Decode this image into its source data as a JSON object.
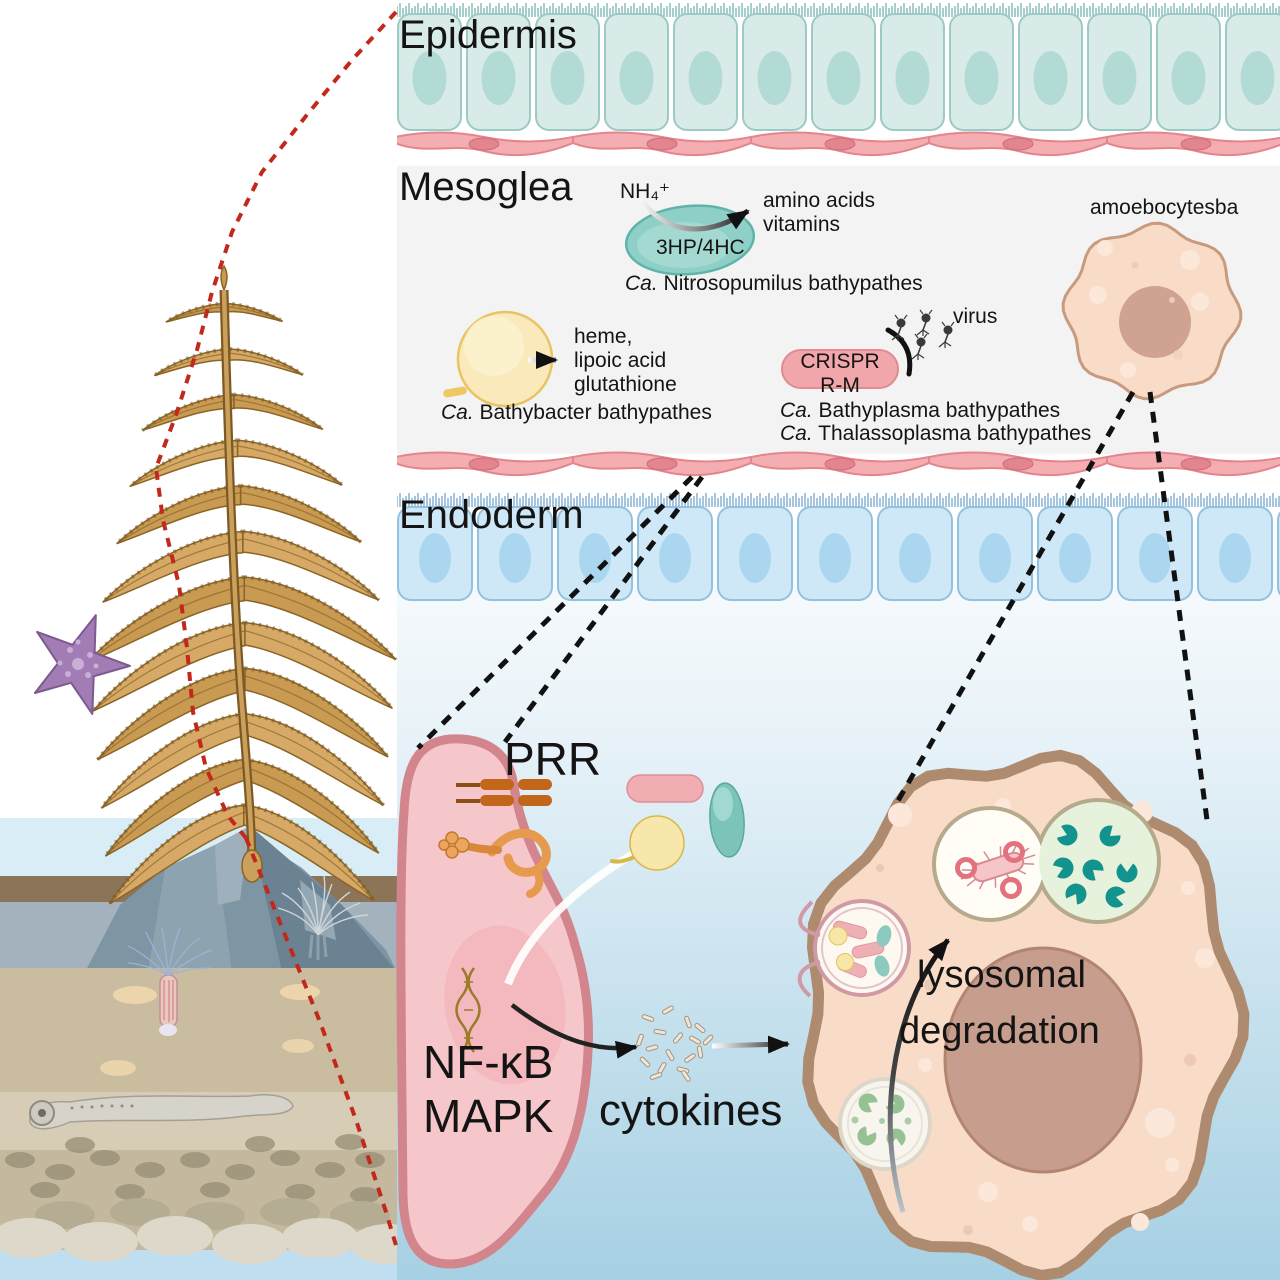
{
  "layers": {
    "epidermis_label": "Epidermis",
    "mesoglea_label": "Mesoglea",
    "endoderm_label": "Endoderm"
  },
  "mesoglea": {
    "archaeon": {
      "substrate": "NH₄⁺",
      "cycle": "3HP/4HC",
      "product_line1": "amino acids",
      "product_line2": "vitamins",
      "species_prefix": "Ca.",
      "species_name": " Nitrosopumilus bathypathes"
    },
    "bacterium": {
      "product_line1": "heme,",
      "product_line2": "lipoic acid",
      "product_line3": "glutathione",
      "species_prefix": "Ca.",
      "species_name": " Bathybacter bathypathes"
    },
    "mollicutes": {
      "defense_line1": "CRISPR",
      "defense_line2": "R-M",
      "virus_label": "virus",
      "species1_prefix": "Ca.",
      "species1_name": " Bathyplasma bathypathes",
      "species2_prefix": "Ca.",
      "species2_name": " Thalassoplasma bathypathes"
    },
    "amoebocyte_label": "amoebocytesba"
  },
  "immunity": {
    "receptor_label": "PRR",
    "signaling_line1": "NF-κB",
    "signaling_line2": "MAPK",
    "cytokines_label": "cytokines",
    "degradation_line1": "lysosomal",
    "degradation_line2": "degradation"
  },
  "colors": {
    "zoom_line_red": "#c2281b",
    "dashed_line_black": "#111111",
    "epidermis_cell": "#d9ebe9",
    "endoderm_cell": "#cfe8f7",
    "pinacocyte_layer": "#f4aeb2",
    "mesoglea_background": "#f3f3f3",
    "archaeon_teal": "#8ed0c7",
    "bacterium_yellow": "#f9e9bb",
    "mollicute_pink": "#f0a6ab",
    "amoebocyte_fill": "#f9dcc8",
    "immune_cell_pink": "#f6c7ca",
    "receptor_orange": "#d9822b",
    "sea_pen_gold": "#c89a56",
    "starfish_purple": "#a27cb5"
  }
}
